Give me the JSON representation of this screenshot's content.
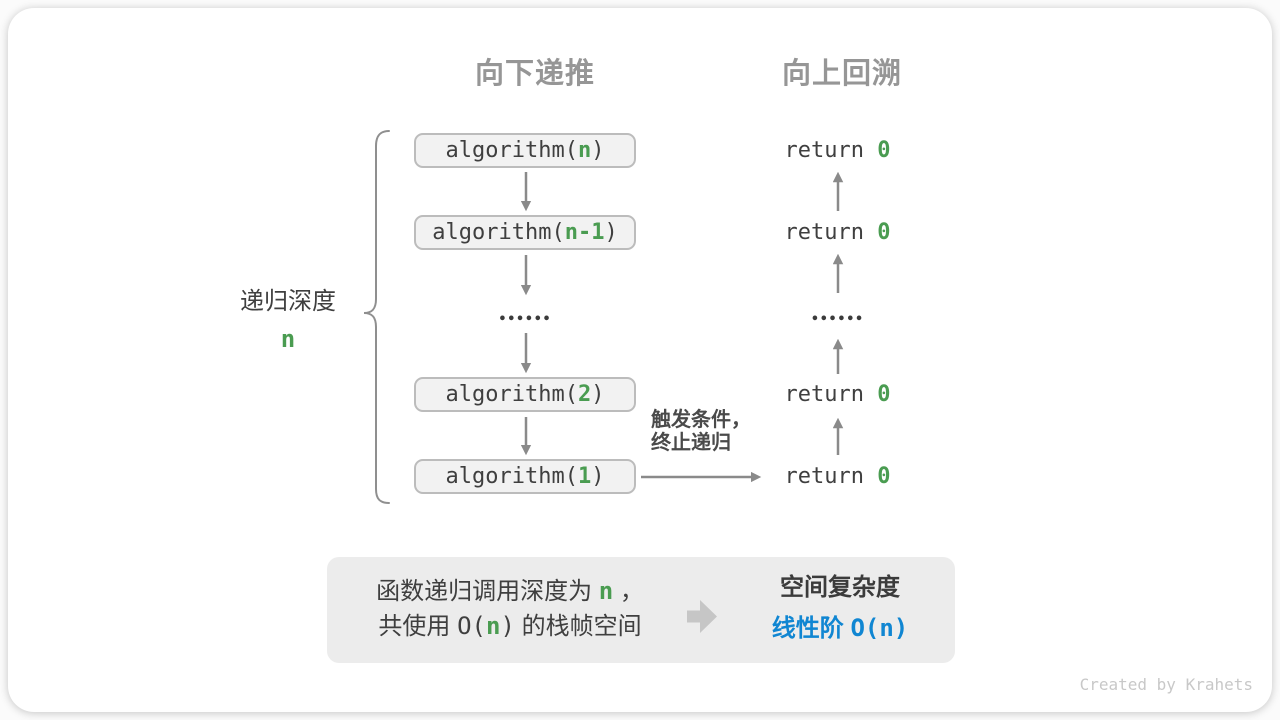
{
  "colors": {
    "green": "#4a9c51",
    "blue": "#1086d2",
    "arrow_gray": "#8a8a8a",
    "header_gray": "#969696",
    "text_dark": "#3f3f3f"
  },
  "headers": {
    "downward": "向下递推",
    "upward": "向上回溯"
  },
  "depth_brace": {
    "label": "递归深度",
    "value": "n"
  },
  "stack": {
    "boxes": [
      {
        "pre": "algorithm(",
        "arg": "n",
        "post": ")"
      },
      {
        "pre": "algorithm(",
        "arg": "n-1",
        "post": ")"
      },
      {
        "pre": "algorithm(",
        "arg": "2",
        "post": ")"
      },
      {
        "pre": "algorithm(",
        "arg": "1",
        "post": ")"
      }
    ],
    "ellipsis": "••••••"
  },
  "returns": {
    "items": [
      {
        "pre": "return ",
        "val": "0"
      },
      {
        "pre": "return ",
        "val": "0"
      },
      {
        "pre": "return ",
        "val": "0"
      },
      {
        "pre": "return ",
        "val": "0"
      }
    ],
    "ellipsis": "••••••"
  },
  "base_case": {
    "line1": "触发条件，",
    "line2": "终止递归"
  },
  "summary": {
    "arrow_icon": "right-block-arrow",
    "left": {
      "l1_pre": "函数递归调用深度为 ",
      "l1_n": "n",
      "l1_post": " ，",
      "l2_pre": "共使用 ",
      "l2_o": "O(",
      "l2_n": "n",
      "l2_close": ")",
      "l2_post": " 的栈帧空间"
    },
    "right": {
      "title": "空间复杂度",
      "result_zh": "线性阶 ",
      "result_code": "O(n)"
    }
  },
  "credit": "Created by Krahets"
}
